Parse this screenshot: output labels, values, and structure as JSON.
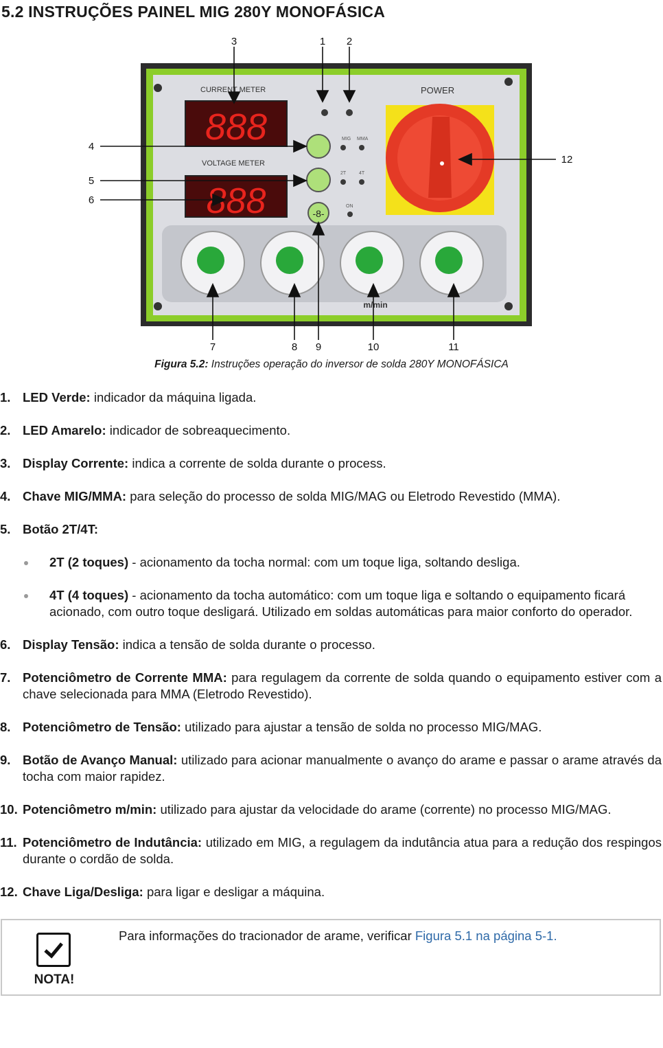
{
  "page": {
    "title": "5.2 INSTRUÇÕES PAINEL MIG 280Y MONOFÁSICA"
  },
  "figure": {
    "callouts": [
      "1",
      "2",
      "3",
      "4",
      "5",
      "6",
      "7",
      "8",
      "9",
      "10",
      "11",
      "12"
    ],
    "panel": {
      "current_meter": "CURRENT METER",
      "voltage_meter": "VOLTAGE METER",
      "power": "POWER",
      "display_current": "888",
      "display_voltage": "888",
      "mig": "MIG",
      "mma": "MMA",
      "two_t": "2T",
      "four_t": "4T",
      "on": "ON",
      "knob_label_10": "m/min"
    },
    "caption_bold": "Figura 5.2:",
    "caption_text": " Instruções operação do inversor de solda 280Y MONOFÁSICA"
  },
  "items": [
    {
      "num": "1.",
      "label": "LED Verde:",
      "text": " indicador da máquina ligada."
    },
    {
      "num": "2.",
      "label": "LED Amarelo:",
      "text": " indicador de sobreaquecimento."
    },
    {
      "num": "3.",
      "label": "Display Corrente:",
      "text": " indica a corrente de solda durante o process."
    },
    {
      "num": "4.",
      "label": "Chave MIG/MMA:",
      "text": " para seleção do processo de solda MIG/MAG ou Eletrodo Revestido (MMA)."
    },
    {
      "num": "5.",
      "label": "Botão 2T/4T:",
      "text": ""
    },
    {
      "num": "6.",
      "label": "Display Tensão:",
      "text": " indica a tensão de solda durante o processo."
    },
    {
      "num": "7.",
      "label": "Potenciômetro de Corrente MMA:",
      "text": " para regulagem da corrente de solda quando o equipamento estiver com a chave selecionada para MMA (Eletrodo Revestido)."
    },
    {
      "num": "8.",
      "label": "Potenciômetro de Tensão:",
      "text": " utilizado para ajustar a tensão de solda no processo MIG/MAG."
    },
    {
      "num": "9.",
      "label": "Botão de Avanço Manual:",
      "text": " utilizado para acionar manualmente o avanço do arame e passar o arame através da tocha com maior rapidez."
    },
    {
      "num": "10.",
      "label": "Potenciômetro m/min:",
      "text": " utilizado para ajustar da velocidade do arame (corrente) no processo MIG/MAG."
    },
    {
      "num": "11.",
      "label": "Potenciômetro de Indutância:",
      "text": " utilizado em MIG, a regulagem da indutância atua para a redução dos respingos durante o cordão de solda."
    },
    {
      "num": "12.",
      "label": "Chave Liga/Desliga:",
      "text": " para ligar e desligar a máquina."
    }
  ],
  "bullets": [
    {
      "label": "2T (2 toques)",
      "text": " - acionamento da tocha normal: com um toque liga, soltando desliga."
    },
    {
      "label": "4T (4 toques)",
      "text": " - acionamento da tocha automático: com um toque liga e soltando o equipamento ficará acionado, com outro toque desligará. Utilizado em soldas automáticas para maior conforto do operador."
    }
  ],
  "note": {
    "label": "NOTA!",
    "text": "Para informações do tracionador de arame, verificar ",
    "link": "Figura 5.1 na página 5-1."
  }
}
